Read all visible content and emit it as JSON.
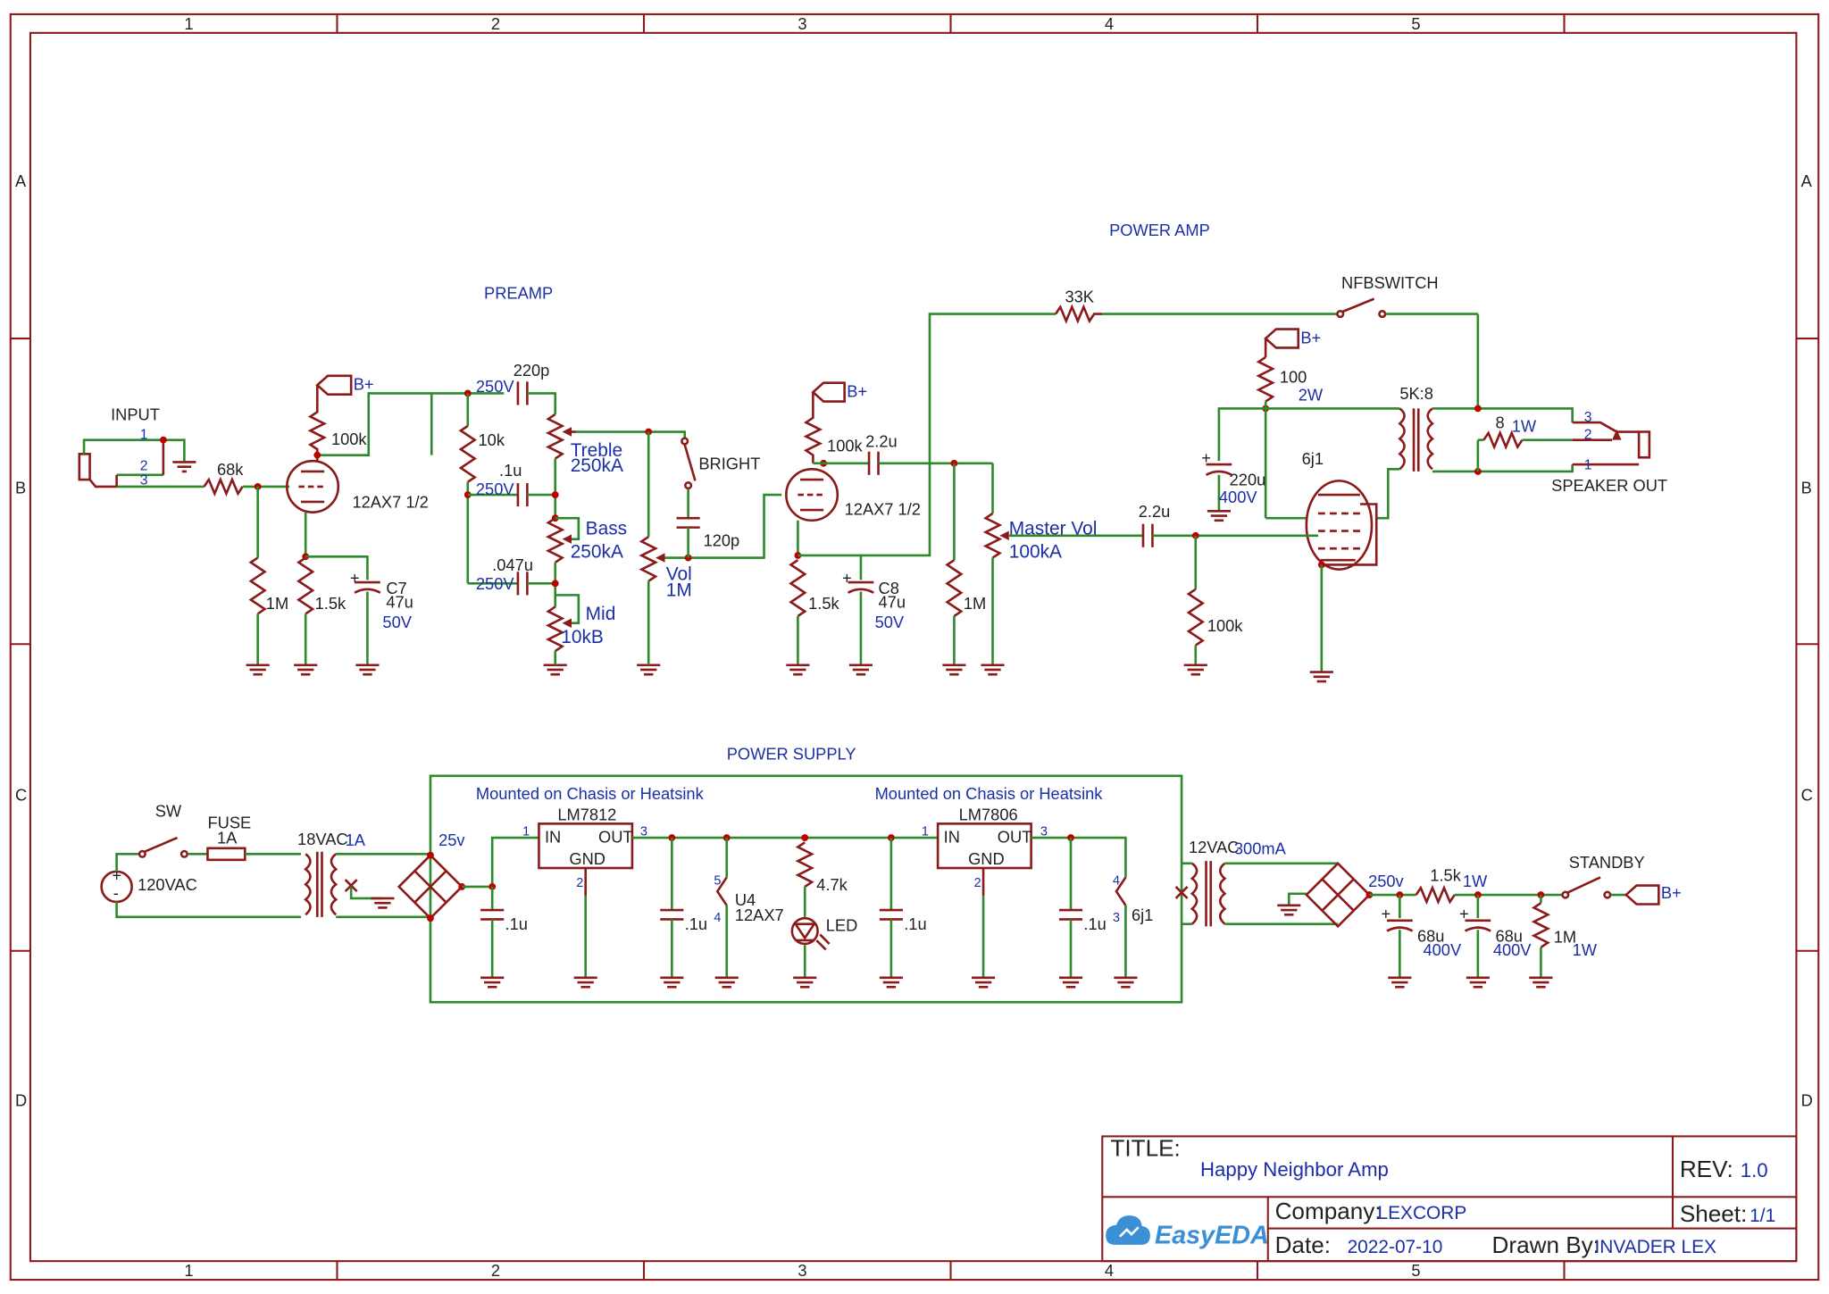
{
  "sections": {
    "preamp": "PREAMP",
    "power_amp": "POWER AMP",
    "power_supply": "POWER SUPPLY",
    "mount_note_1": "Mounted on Chasis or Heatsink",
    "mount_note_2": "Mounted on Chasis or Heatsink"
  },
  "grid": {
    "cols": [
      "1",
      "2",
      "3",
      "4",
      "5"
    ],
    "rows": [
      "A",
      "B",
      "C",
      "D"
    ]
  },
  "labels": {
    "input": "INPUT",
    "pin1": "1",
    "pin2": "2",
    "pin3": "3",
    "r68k": "68k",
    "r100k_v1": "100k",
    "tube1": "12AX7 1/2",
    "r1m_in": "1M",
    "r1k5_v1": "1.5k",
    "c7": "C7",
    "c7v": "47u",
    "c7volt": "50V",
    "c220p": "220p",
    "v250_1": "250V",
    "r10k": "10k",
    "c01u": ".1u",
    "v250_2": "250V",
    "c047u": ".047u",
    "v250_3": "250V",
    "treble": "Treble",
    "treble_v": "250kA",
    "bass": "Bass",
    "bass_v": "250kA",
    "mid": "Mid",
    "mid_v": "10kB",
    "vol": "Vol",
    "vol_v": "1M",
    "bright": "BRIGHT",
    "c120p": "120p",
    "bplus": "B+",
    "r100k_v2": "100k",
    "tube2": "12AX7 1/2",
    "c22u_1": "2.2u",
    "r1k5_v2": "1.5k",
    "c8": "C8",
    "c8v": "47u",
    "c8volt": "50V",
    "r1m_2": "1M",
    "master": "Master Vol",
    "master_v": "100kA",
    "r33k": "33K",
    "nfb": "NFBSWITCH",
    "r100": "100",
    "w2": "2W",
    "c220u": "220u",
    "v400": "400V",
    "tube3": "6j1",
    "c22u_2": "2.2u",
    "r100k_pa": "100k",
    "ot": "5K:8",
    "r8": "8",
    "w1": "1W",
    "spk1": "1",
    "spk2": "2",
    "spk3": "3",
    "speaker": "SPEAKER OUT",
    "sw": "SW",
    "fuse": "FUSE",
    "fuse_v": "1A",
    "ac120": "120VAC",
    "t18": "18VAC",
    "t18a": "1A",
    "v25": "25v",
    "lm7812": "LM7812",
    "lm7806": "LM7806",
    "in1": "IN",
    "out1": "OUT",
    "gnd1": "GND",
    "in2": "IN",
    "out2": "OUT",
    "gnd2": "GND",
    "reg_p1": "1",
    "reg_p2": "2",
    "reg_p3": "3",
    "reg2_p1": "1",
    "reg2_p2": "2",
    "reg2_p3": "3",
    "c01_ps1": ".1u",
    "c01_ps2": ".1u",
    "c01_ps3": ".1u",
    "c01_ps4": ".1u",
    "u4": "U4",
    "u4t": "12AX7",
    "u4p5": "5",
    "u4p4": "4",
    "r4k7": "4.7k",
    "led": "LED",
    "h6j1": "6j1",
    "h6j1p4": "4",
    "h6j1p3": "3",
    "t12": "12VAC",
    "t12a": "300mA",
    "v250v": "250v",
    "r1k5_ps": "1.5k",
    "w1_ps": "1W",
    "c68u_1": "68u",
    "c68v_1": "400V",
    "c68u_2": "68u",
    "c68v_2": "400V",
    "r1m_ps": "1M",
    "r1m_psw": "1W",
    "standby": "STANDBY"
  },
  "title_block": {
    "title_label": "TITLE:",
    "title": "Happy Neighbor Amp",
    "rev_label": "REV:",
    "rev": "1.0",
    "company_label": "Company:",
    "company": "LEXCORP",
    "sheet_label": "Sheet:",
    "sheet": "1/1",
    "date_label": "Date:",
    "date": "2022-07-10",
    "drawn_label": "Drawn By:",
    "drawn": "INVADER LEX",
    "logo": "EasyEDA"
  },
  "colors": {
    "wire": "#2c8a2c",
    "symbol": "#8b1a1a",
    "junction": "#c00000",
    "text_blue": "#1a2ea8"
  }
}
